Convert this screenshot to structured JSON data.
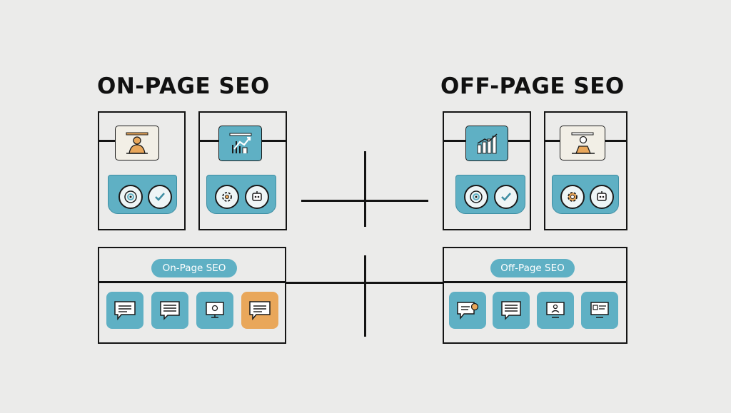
{
  "titles": {
    "left": "ON-PAGE SEO",
    "right": "OFF-PAGE SEO"
  },
  "pills": {
    "left": "On-Page SEO",
    "right": "Off-Page SEO"
  },
  "colors": {
    "background": "#ebebea",
    "teal": "#5fb0c4",
    "orange": "#e9a75a",
    "line": "#141414"
  },
  "icons": {
    "left_top_a": "person-writing-icon",
    "left_top_b": "growth-chart-icon",
    "left_circles_a": [
      "target-icon",
      "check-icon"
    ],
    "left_circles_b": [
      "gear-icon",
      "robot-icon"
    ],
    "right_top_a": "bar-chart-icon",
    "right_top_b": "person-writing-icon",
    "right_circles_a": [
      "target-icon",
      "check-icon"
    ],
    "right_circles_b": [
      "gear-icon",
      "robot-icon"
    ],
    "left_row": [
      "chat-text-icon",
      "document-icon",
      "monitor-icon",
      "chat-text-icon"
    ],
    "right_row": [
      "chat-link-icon",
      "document-icon",
      "monitor-user-icon",
      "profile-card-icon"
    ]
  }
}
